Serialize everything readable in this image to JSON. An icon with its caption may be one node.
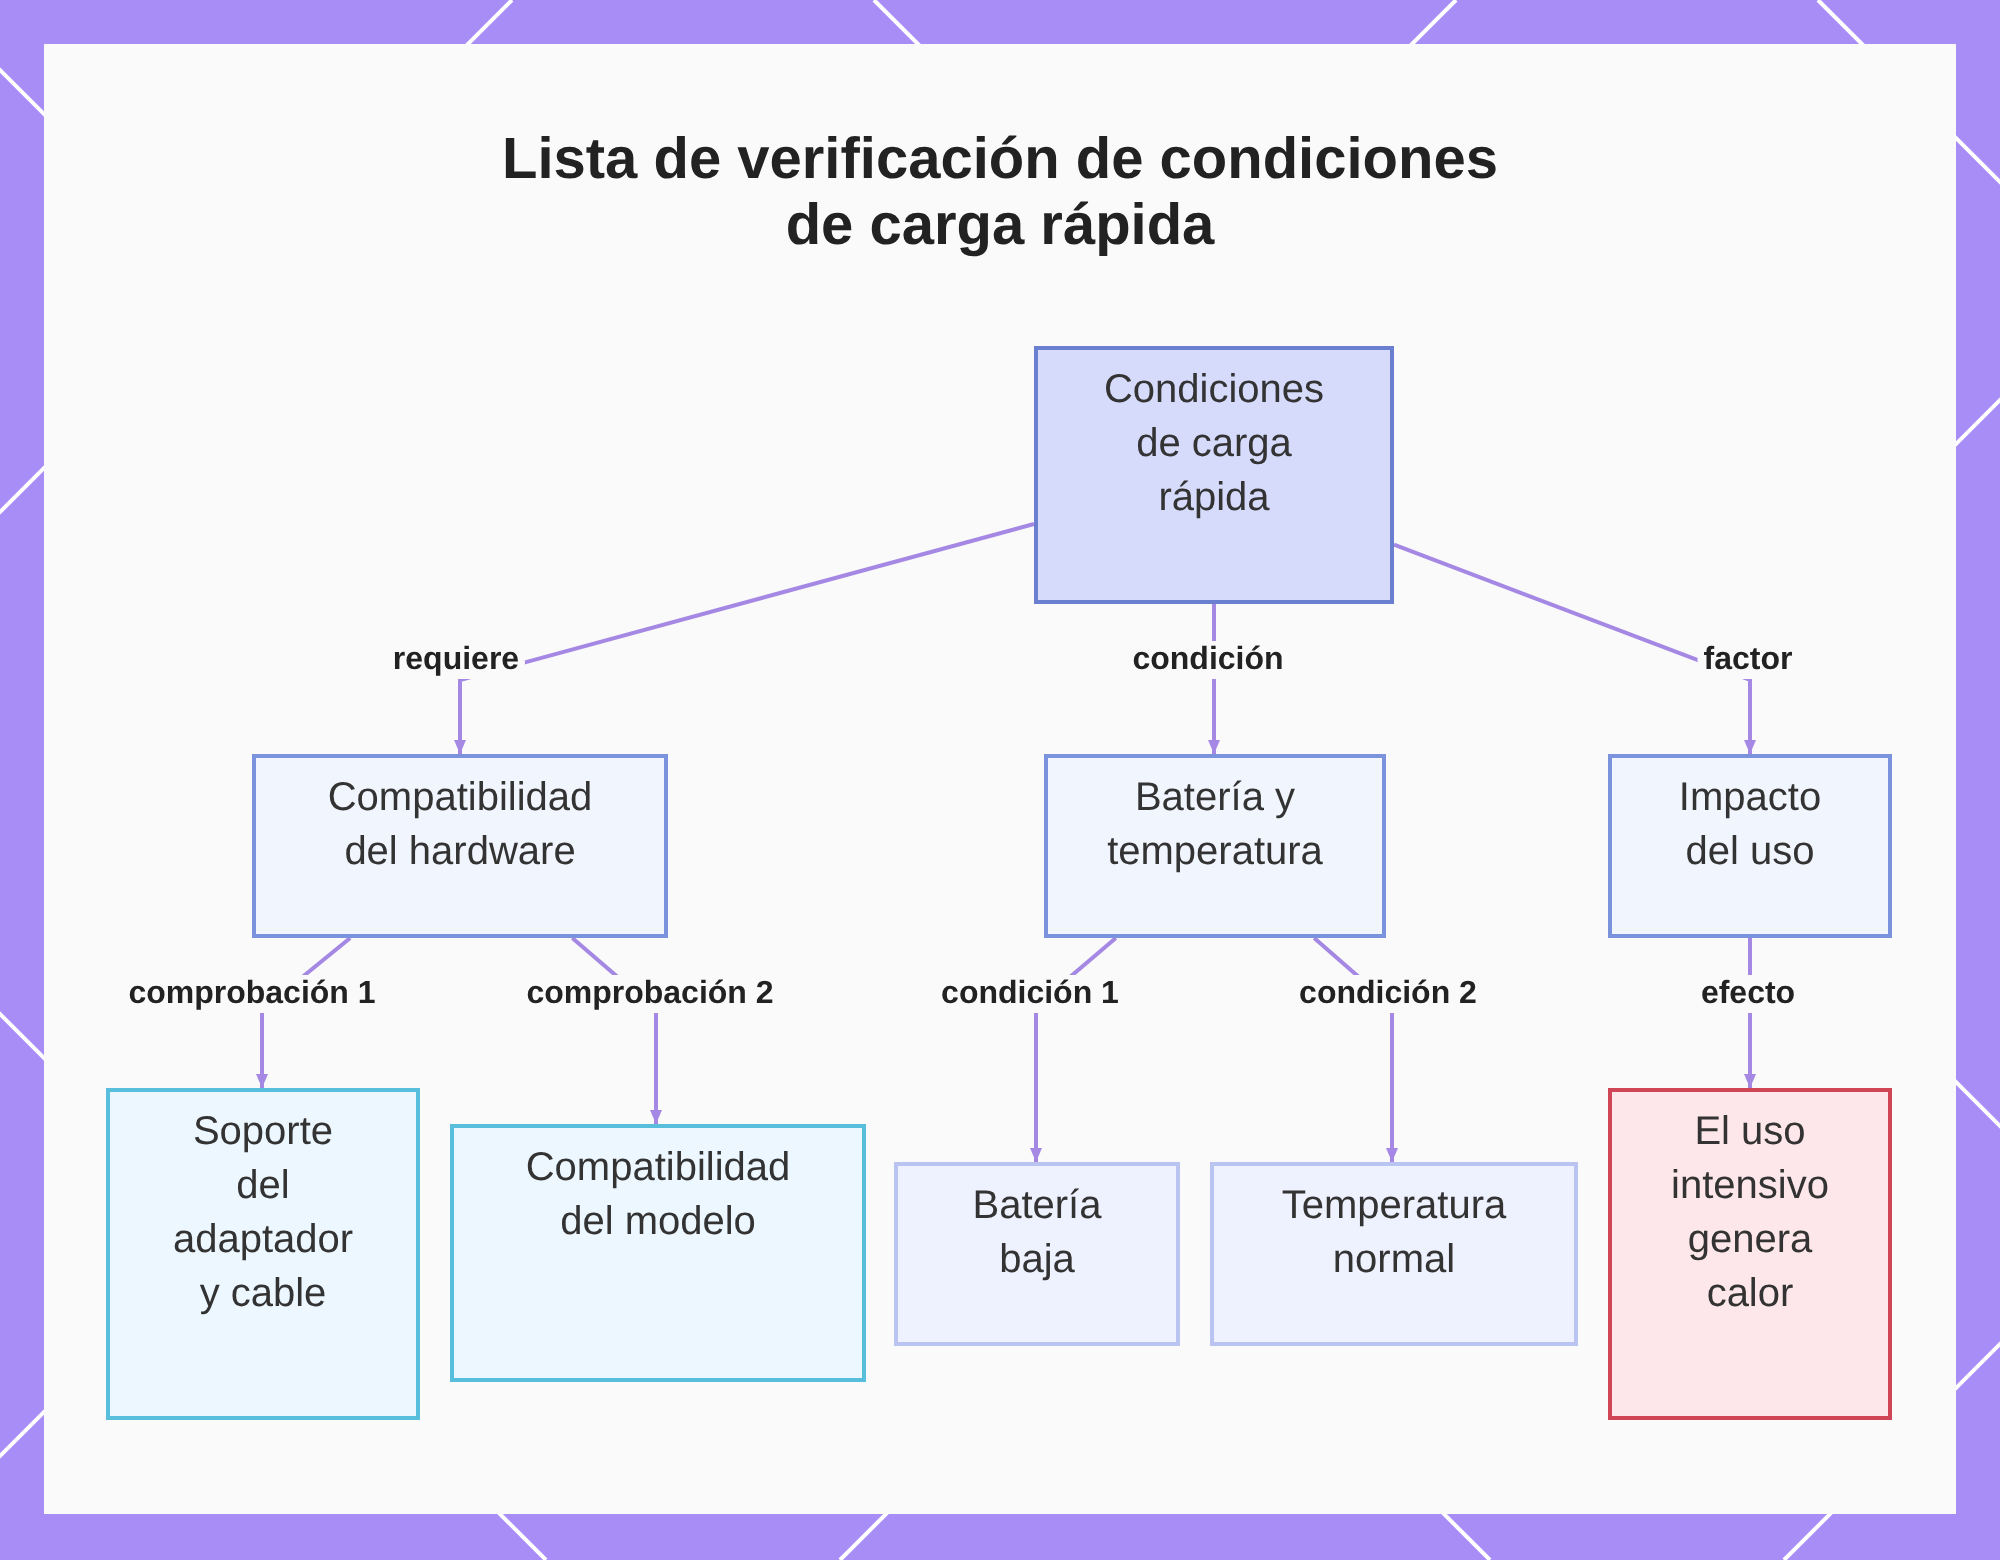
{
  "diagram": {
    "title": "Lista de verificación de condiciones de carga rápida",
    "nodes": [
      {
        "text": [
          "Condiciones de carga rápida"
        ]
      },
      {
        "text": [
          "Compatibilidad del hardware"
        ]
      },
      {
        "text": [
          "Batería y temperatura"
        ]
      },
      {
        "text": [
          "Impacto del uso"
        ]
      },
      {
        "text": [
          "Soporte del adaptador y cable"
        ]
      },
      {
        "text": [
          "Compatibilidad del modelo"
        ]
      },
      {
        "text": [
          "Batería baja"
        ]
      },
      {
        "text": [
          "Temperatura normal"
        ]
      },
      {
        "text": [
          "El uso intensivo genera calor"
        ]
      }
    ],
    "edges": [
      {
        "from": 0,
        "to": 1,
        "arrow": "to",
        "label": "requiere"
      },
      {
        "from": 0,
        "to": 2,
        "arrow": "to",
        "label": "condición"
      },
      {
        "from": 0,
        "to": 3,
        "arrow": "to",
        "label": "factor"
      },
      {
        "from": 1,
        "to": 4,
        "arrow": "to",
        "label": "comprobación 1"
      },
      {
        "from": 1,
        "to": 5,
        "arrow": "to",
        "label": "comprobación 2"
      },
      {
        "from": 2,
        "to": 6,
        "arrow": "to",
        "label": "condición 1"
      },
      {
        "from": 2,
        "to": 7,
        "arrow": "to",
        "label": "condición 2"
      },
      {
        "from": 3,
        "to": 8,
        "arrow": "to",
        "label": "efecto"
      }
    ]
  }
}
